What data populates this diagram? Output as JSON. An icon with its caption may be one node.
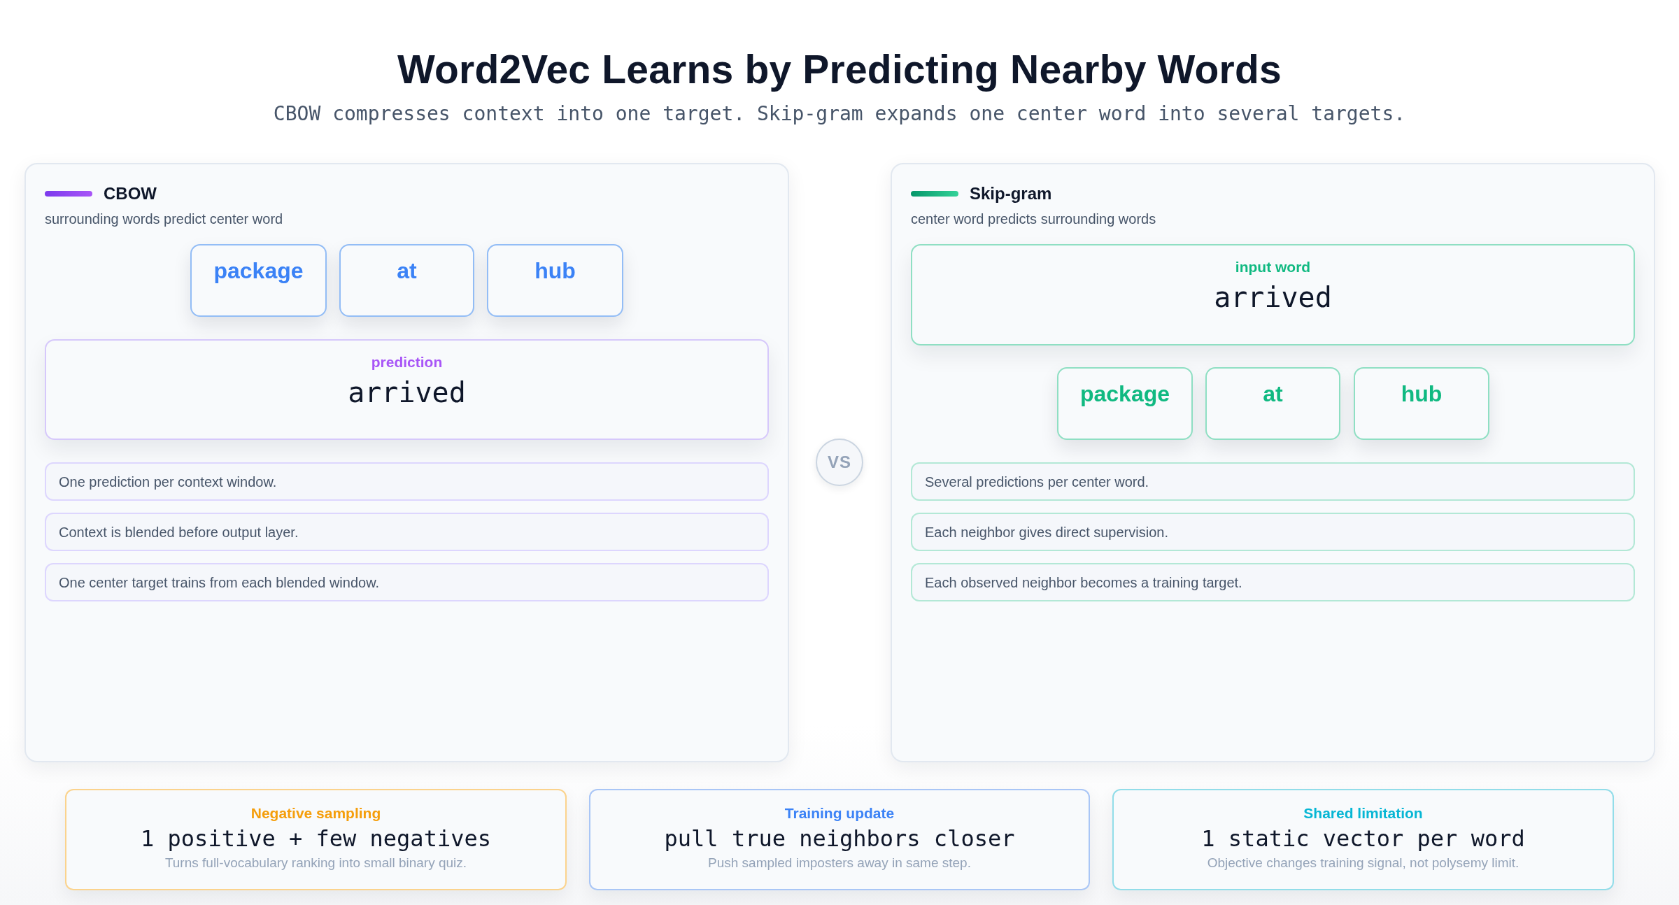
{
  "diagram": {
    "title": "Word2Vec Learns by Predicting Nearby Words",
    "labels": [
      "CBOW compresses context into one target. Skip-gram expands one center word into several targets."
    ],
    "nodes": [
      {
        "text": [
          "CBOW",
          "surrounding words predict center word"
        ]
      },
      {
        "text": [
          "package"
        ],
        "in": 0
      },
      {
        "text": [
          "at"
        ],
        "in": 0
      },
      {
        "text": [
          "hub"
        ],
        "in": 0
      },
      {
        "text": [
          "prediction",
          "arrived"
        ],
        "in": 0
      },
      {
        "text": [
          "One prediction per context window."
        ],
        "in": 0
      },
      {
        "text": [
          "Context is blended before output layer."
        ],
        "in": 0
      },
      {
        "text": [
          "One center target trains from each blended window."
        ],
        "in": 0
      },
      {
        "text": [
          "VS"
        ]
      },
      {
        "text": [
          "Skip-gram",
          "center word predicts surrounding words"
        ]
      },
      {
        "text": [
          "input word",
          "arrived"
        ],
        "in": 9
      },
      {
        "text": [
          "package"
        ],
        "in": 9
      },
      {
        "text": [
          "at"
        ],
        "in": 9
      },
      {
        "text": [
          "hub"
        ],
        "in": 9
      },
      {
        "text": [
          "Several predictions per center word."
        ],
        "in": 9
      },
      {
        "text": [
          "Each neighbor gives direct supervision."
        ],
        "in": 9
      },
      {
        "text": [
          "Each observed neighbor becomes a training target."
        ],
        "in": 9
      },
      {
        "text": [
          "Negative sampling",
          "1 positive + few negatives",
          "Turns full-vocabulary ranking into small binary quiz."
        ]
      },
      {
        "text": [
          "Training update",
          "pull true neighbors closer",
          "Push sampled imposters away in same step."
        ]
      },
      {
        "text": [
          "Shared limitation",
          "1 static vector per word",
          "Objective changes training signal, not polysemy limit."
        ]
      }
    ]
  }
}
